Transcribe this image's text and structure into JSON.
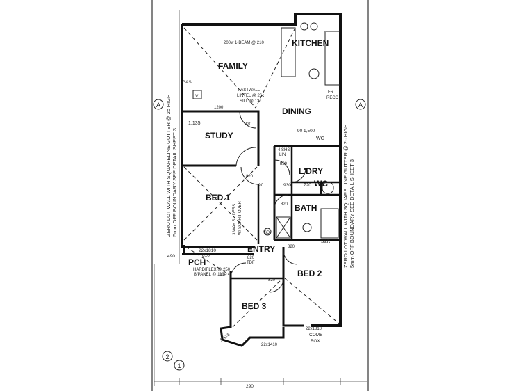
{
  "rooms": {
    "kitchen": "KITCHEN",
    "family": "FAMILY",
    "dining": "DINING",
    "study": "STUDY",
    "ldry": "L'DRY",
    "wc": "WC",
    "bed1": "BED 1",
    "bath": "BATH",
    "entry": "ENTRY",
    "pch": "PCH",
    "bed2": "BED 2",
    "bed3": "BED 3"
  },
  "notes": {
    "beam": "200w 1-BEAM @ 210",
    "gas": "GAS",
    "v": "V",
    "fastwall_1": "FASTWALL",
    "fastwall_2": "LINTEL @ 26c",
    "fastwall_3": "SILL @ 12c",
    "fr": "FR",
    "fr_recc": "RECC",
    "dim_1200": "1200",
    "dim_1135": "1,135",
    "dim_820_study": "820",
    "dim_90_1500": "90    1,500",
    "wc_small": "WC",
    "lin_1": "4 SHS",
    "lin_2": "LIN",
    "dim_820_ldry": "820",
    "dim_820_bed1": "820",
    "dim_90": "90",
    "dim_930": "930",
    "dim_720": "720",
    "dim_820_bath": "820",
    "wardrobe_1": "3 WAY SLIDERS",
    "wardrobe_2": "W/ SOFFIT OVER",
    "sr": "S&R",
    "sd": "SD",
    "pch_dim_1": "22x1810",
    "pch_dim_2": "810",
    "dim_490": "490",
    "dim_820_tdf_1": "820",
    "dim_820_tdf_2": "TDF",
    "hardiflex_1": "HARDIFLEX @ 250",
    "hardiflex_2": "B/PANEL @ 110",
    "dr": "DR",
    "dim_820_bed2": "820",
    "dim_820_bed3": "820",
    "comb_1": "22x1810",
    "comb_2": "COMB",
    "comb_3": "BOX",
    "dim_1410": "22x1410",
    "dim_1416": "1,416",
    "dim_290": "290",
    "grid_a_left": "A",
    "grid_a_right": "A",
    "grid_2": "2",
    "grid_1": "1",
    "left_note_1": "ZERO LOT WALL WITH SQUARELINE GUTTER @ 2c HIGH",
    "left_note_2": "5mm OFF BOUNDARY SEE DETAIL SHEET 3",
    "right_note_1": "ZERO LOT WALL WITH SQUARE LINE GUTTER @ 2c HIGH",
    "right_note_2": "5mm OFF BOUNDARY SEE DETAIL SHEET 3"
  }
}
